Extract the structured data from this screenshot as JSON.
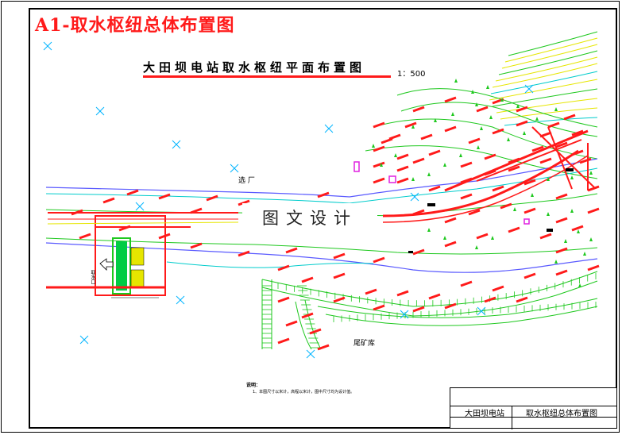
{
  "sheet_title": "A1-取水枢纽总体布置图",
  "plan": {
    "title": "大田坝电站取水枢纽平面布置图",
    "scale": "1：500"
  },
  "watermark": "图文设计",
  "labels": {
    "concentrator_plant": "选 厂",
    "tailings_pond": "尾矿库",
    "intake_side": "取水口"
  },
  "notes": {
    "title": "说明：",
    "item1": "1、本图尺寸以米计，高程以米计，图中尺寸均为设计值。"
  },
  "title_block": {
    "project": "大田坝电站",
    "drawing_name": "取水枢纽总体布置图"
  },
  "colors": {
    "accent_red": "#ff1a1a",
    "road_blue": "#5a5aff",
    "terrain_green": "#1ec81e",
    "contour_yellow": "#e6e600",
    "contour_cyan": "#00cccc",
    "survey_cross": "#00b4ff"
  }
}
